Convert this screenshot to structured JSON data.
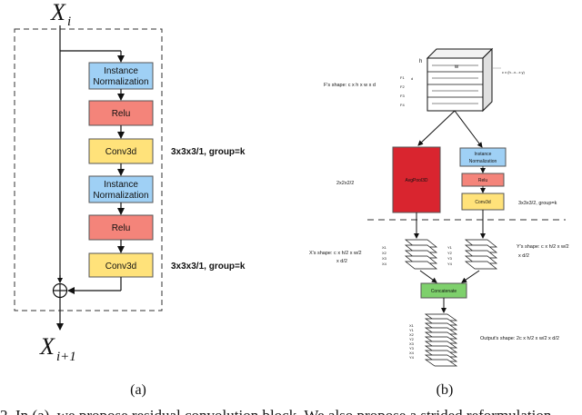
{
  "left": {
    "input_label": "X",
    "input_sub": "i",
    "output_label": "X",
    "output_sub": "i+1",
    "blocks": [
      {
        "line1": "Instance",
        "line2": "Normalization",
        "kind": "norm"
      },
      {
        "line1": "Relu",
        "line2": "",
        "kind": "relu"
      },
      {
        "line1": "Conv3d",
        "line2": "",
        "kind": "conv"
      },
      {
        "line1": "Instance",
        "line2": "Normalization",
        "kind": "norm"
      },
      {
        "line1": "Relu",
        "line2": "",
        "kind": "relu"
      },
      {
        "line1": "Conv3d",
        "line2": "",
        "kind": "conv"
      }
    ],
    "conv_note_1": "3x3x3/1, group=k",
    "conv_note_2": "3x3x3/1, group=k",
    "sum_symbol": "+",
    "caption": "(a)"
  },
  "right": {
    "cube_h": "h",
    "cube_w": "w",
    "cube_d": "d",
    "cube_side": "c x (h...x...x y)",
    "feature_labels": [
      "F1",
      "F2",
      "F3",
      "F4"
    ],
    "f_shape": "F's shape: c x h x w x d",
    "pool_label": "AvgPool3D",
    "pool_note": "2x2x2/2",
    "norm_line1": "Instance",
    "norm_line2": "Normalization",
    "relu_label": "Relu",
    "conv_label": "Conv3d",
    "conv_note": "3x3x3/2, group=k",
    "x_shape_1": "X's shape: c x h/2 x w/2",
    "x_shape_2": "x d/2",
    "y_shape_1": "Y's shape: c x h/2 x w/2",
    "y_shape_2": "x d/2",
    "x_stack_labels": [
      "X1",
      "X2",
      "X3",
      "X4"
    ],
    "y_stack_labels": [
      "Y1",
      "Y2",
      "Y3",
      "Y4"
    ],
    "concat_label": "Concatenate",
    "out_stack_labels": [
      "X1",
      "Y1",
      "X2",
      "Y2",
      "X3",
      "Y3",
      "X4",
      "Y4"
    ],
    "out_shape": "Output's shape: 2c x h/2 x w/2 x d/2",
    "caption": "(b)"
  },
  "bottom_text": "2. In (a), we propose residual convolution block. We also propose a strided reformulation",
  "colors": {
    "norm": "#9fd0f5",
    "relu": "#f4847a",
    "conv": "#ffe27a",
    "pool": "#d9252f",
    "concat": "#7ed06c"
  }
}
